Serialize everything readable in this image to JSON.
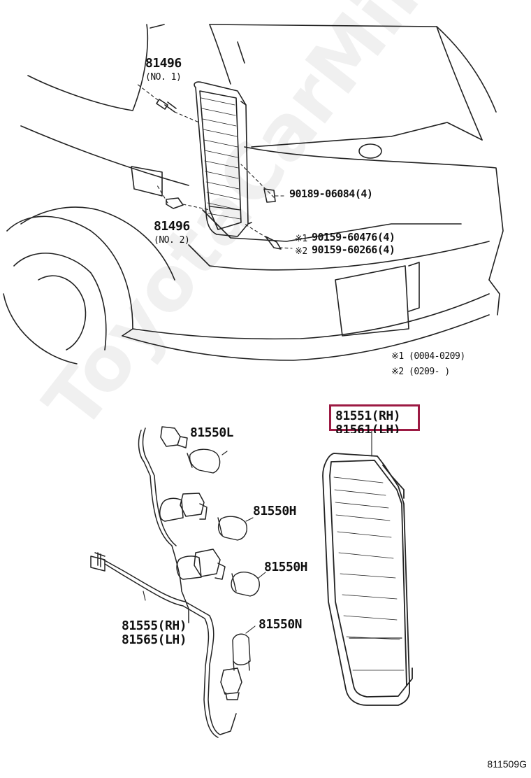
{
  "parts": {
    "clip_1": {
      "number": "81496",
      "note": "(NO. 1)"
    },
    "clip_2": {
      "number": "81496",
      "note": "(NO. 2)"
    },
    "screw": {
      "number": "90189-06084(4)"
    },
    "bolt_1": {
      "mark": "※1",
      "number": "90159-60476(4)"
    },
    "bolt_2": {
      "mark": "※2",
      "number": "90159-60266(4)"
    },
    "bulb_l": {
      "number": "81550L"
    },
    "bulb_h1": {
      "number": "81550H"
    },
    "bulb_h2": {
      "number": "81550H"
    },
    "bulb_n": {
      "number": "81550N"
    },
    "harness_rh": {
      "number": "81555(RH)"
    },
    "harness_lh": {
      "number": "81565(LH)"
    },
    "lens_rh": {
      "number": "81551(RH)"
    },
    "lens_lh": {
      "number": "81561(LH)"
    }
  },
  "notes": {
    "note_1": "※1 (0004-0209)",
    "note_2": "※2 (0209-      )"
  },
  "highlight": {
    "color": "#9c1a43",
    "target": "81551(RH)"
  },
  "watermark": "ToyotaCarMine.ru",
  "diagram_code": "811509G"
}
